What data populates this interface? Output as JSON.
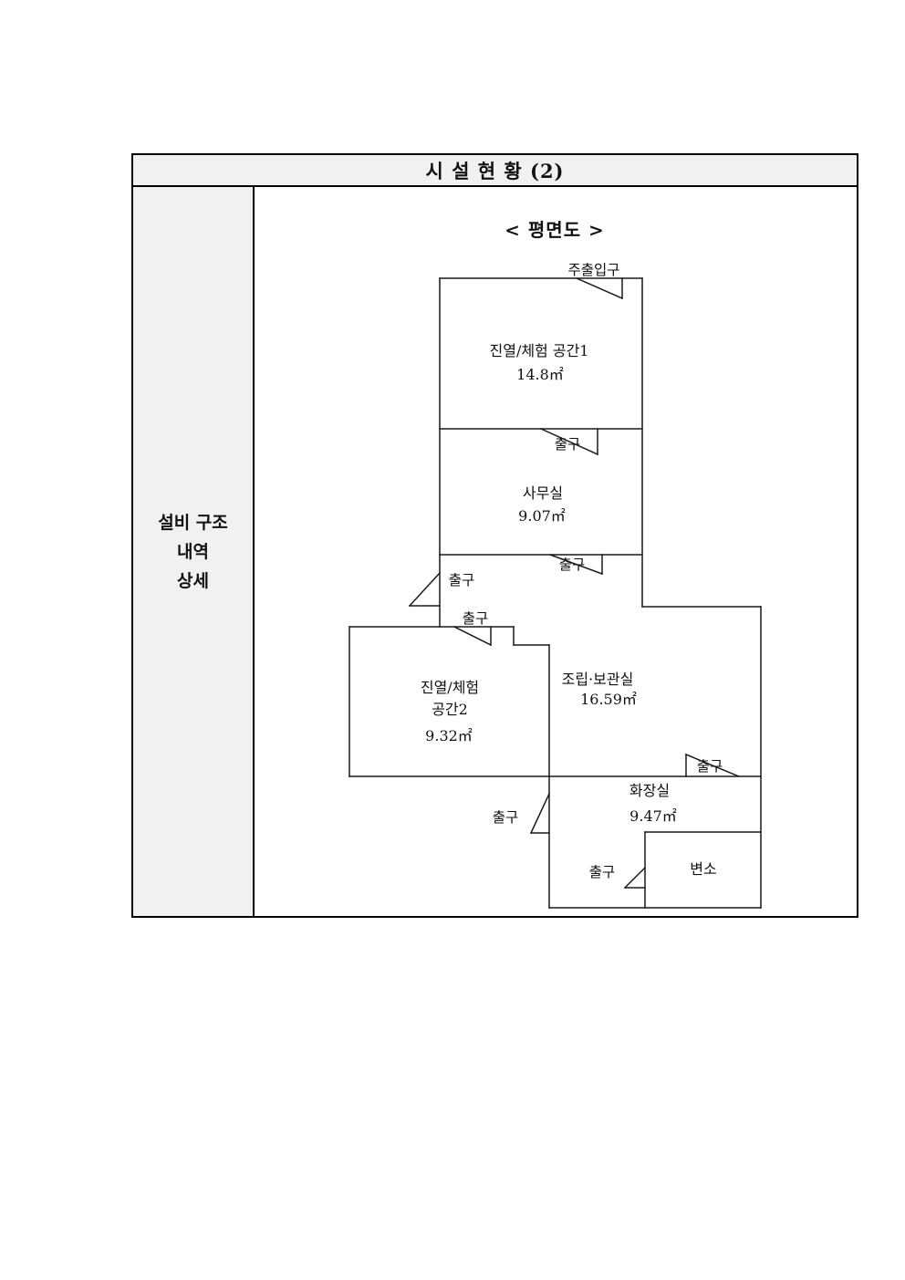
{
  "document": {
    "header_title": "시 설 현 황 (2)",
    "category_cell": {
      "lines": [
        "설비 구조",
        "내역",
        "상세"
      ]
    }
  },
  "plan": {
    "caption": "< 평면도 >",
    "doors": {
      "main_entrance": "주출입구",
      "exit": "출구"
    },
    "rooms": {
      "room1": {
        "name": "진열/체험 공간1",
        "area": "14.8㎡"
      },
      "office": {
        "name": "사무실",
        "area": "9.07㎡"
      },
      "room2": {
        "name_line1": "진열/체험",
        "name_line2": "공간2",
        "area": "9.32㎡"
      },
      "assembly": {
        "name": "조립·보관실",
        "area": "16.59㎡"
      },
      "restroom": {
        "name": "화장실",
        "area": "9.47㎡"
      },
      "toilet": {
        "name": "변소"
      }
    }
  }
}
